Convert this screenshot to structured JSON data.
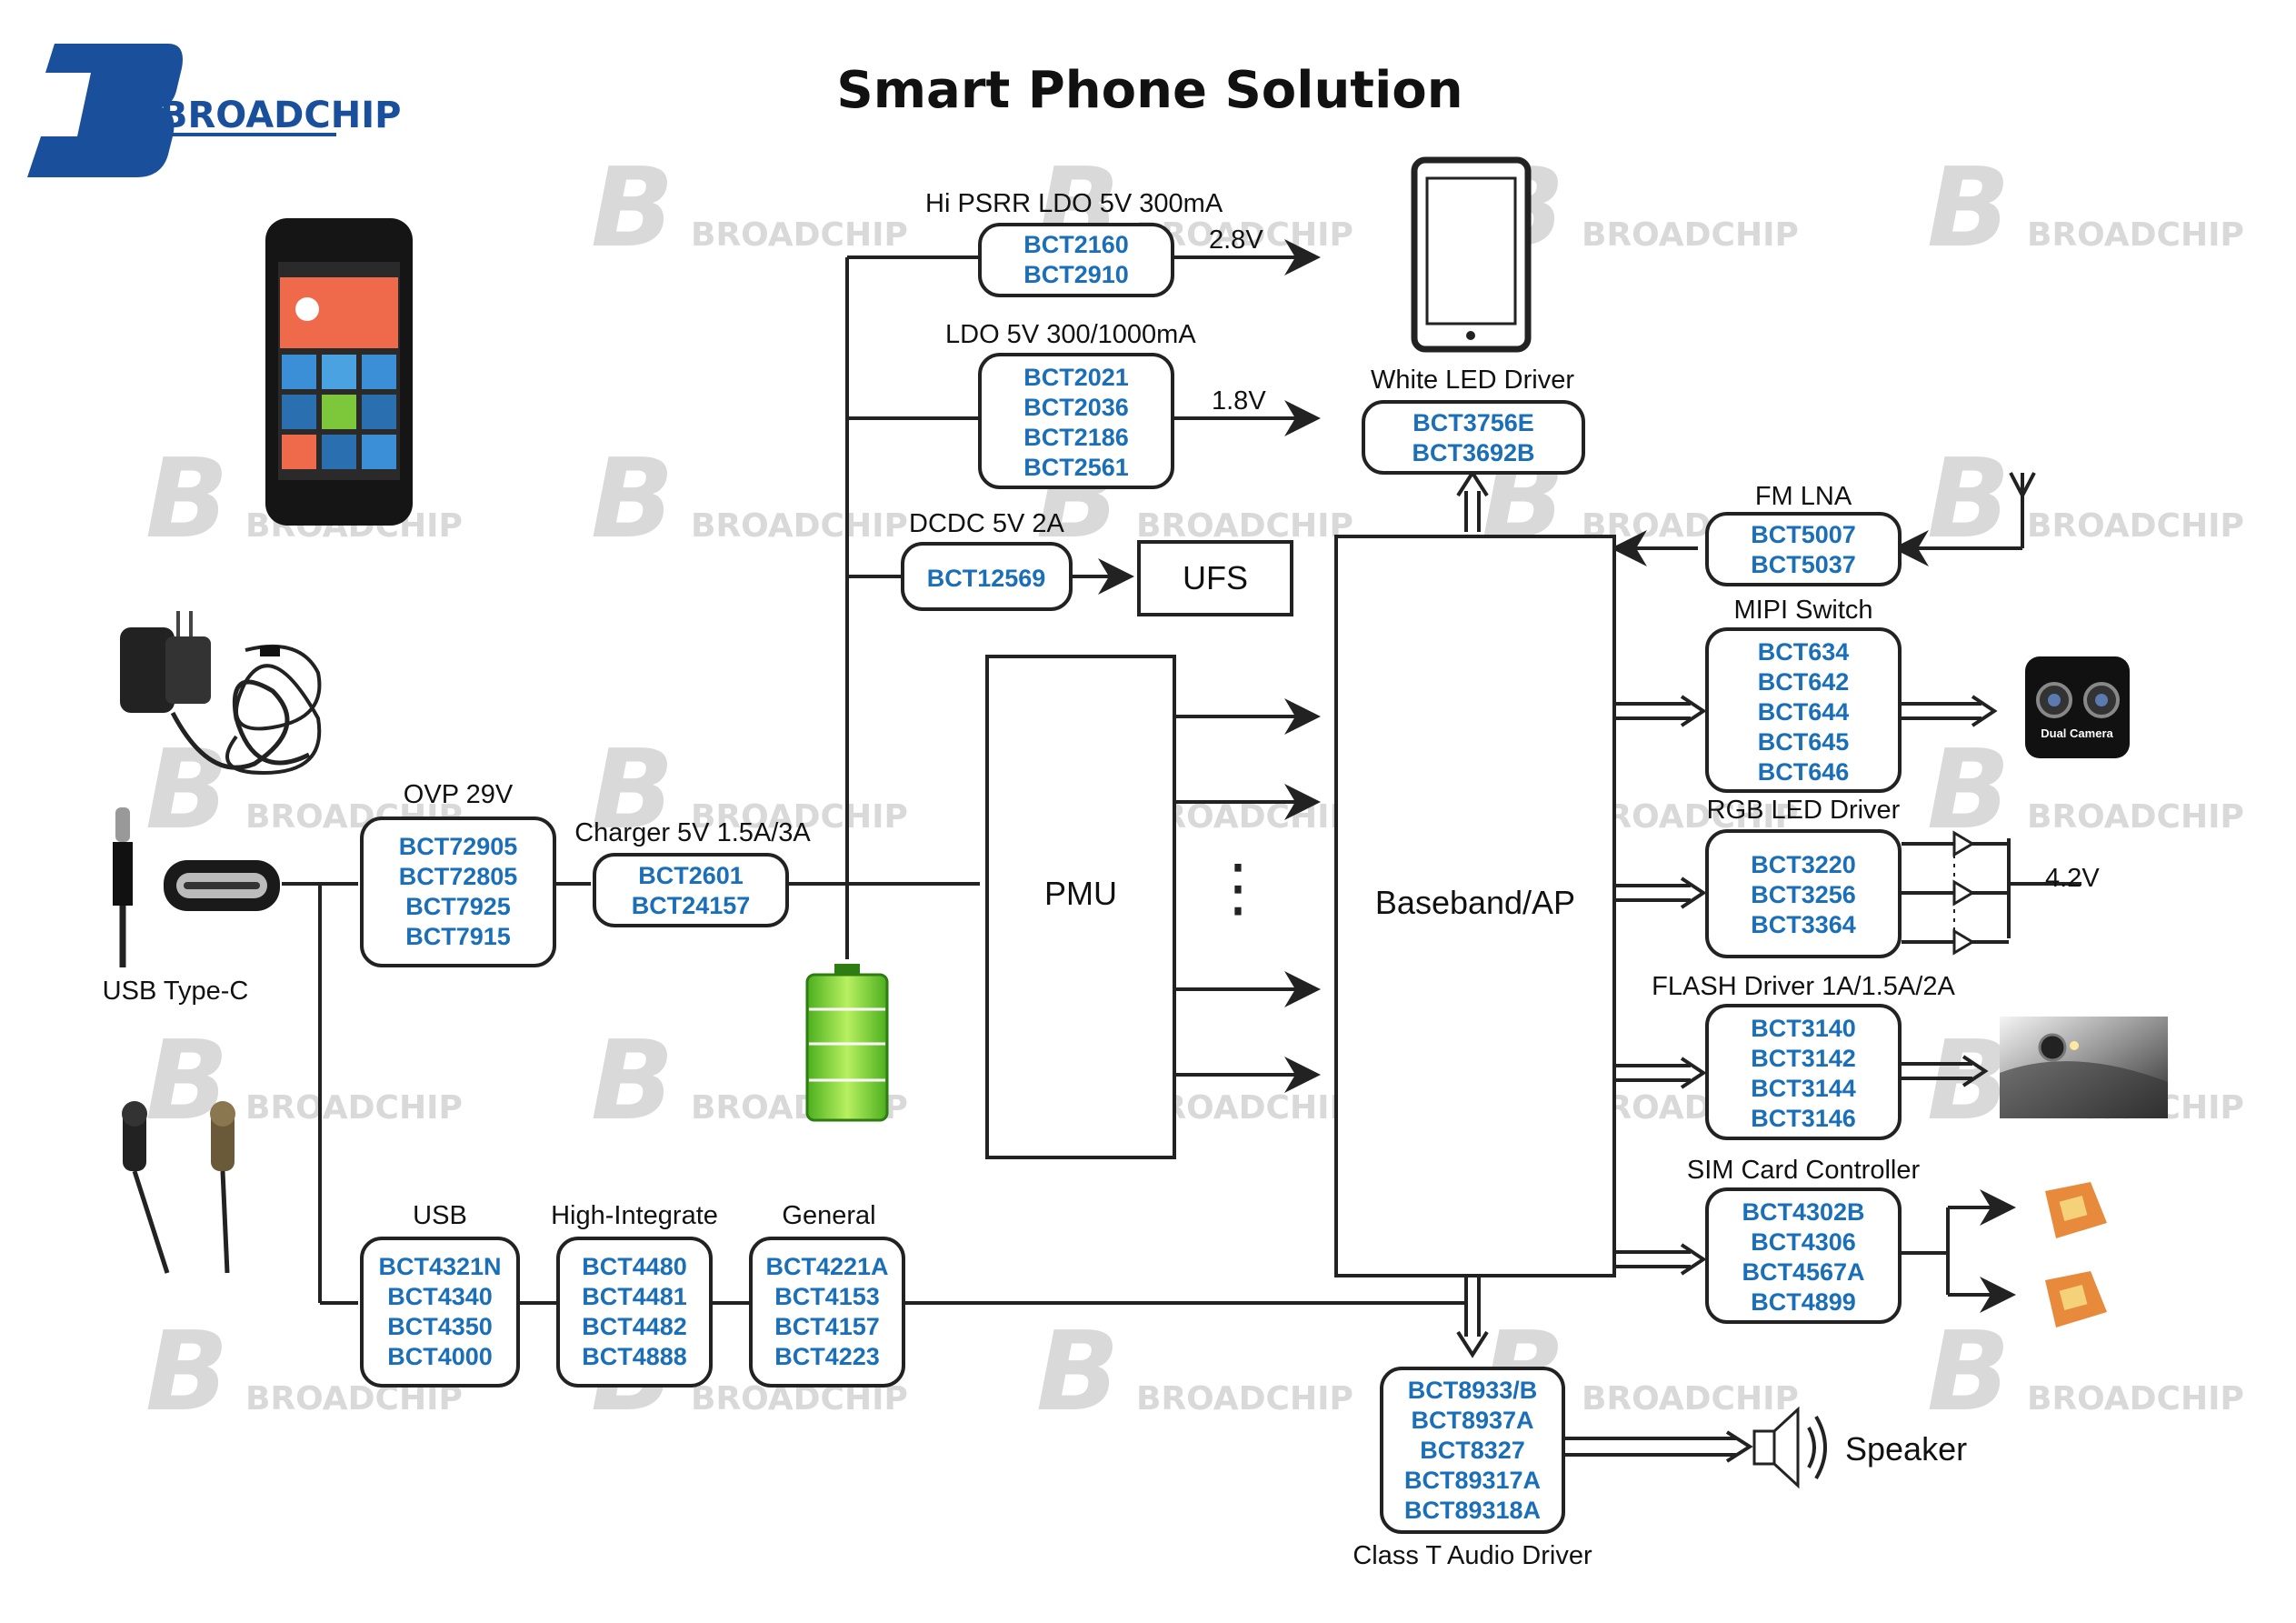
{
  "title": "Smart Phone Solution",
  "logo": {
    "text": "BROADCHIP",
    "color": "#1a4f9c"
  },
  "colors": {
    "part_number": "#1a6fb8",
    "line": "#222222",
    "watermark": "#d9d9d9"
  },
  "watermark_text": "BROADCHIP",
  "blocks": {
    "hipsrr": {
      "label": "Hi PSRR LDO 5V 300mA",
      "parts": [
        "BCT2160",
        "BCT2910"
      ],
      "output": "2.8V"
    },
    "ldo": {
      "label": "LDO 5V 300/1000mA",
      "parts": [
        "BCT2021",
        "BCT2036",
        "BCT2186",
        "BCT2561"
      ],
      "output": "1.8V"
    },
    "dcdc": {
      "label": "DCDC 5V 2A",
      "parts": [
        "BCT12569"
      ]
    },
    "ufs": {
      "label": "UFS"
    },
    "white_led": {
      "label": "White LED Driver",
      "parts": [
        "BCT3756E",
        "BCT3692B"
      ]
    },
    "ovp": {
      "label": "OVP 29V",
      "parts": [
        "BCT72905",
        "BCT72805",
        "BCT7925",
        "BCT7915"
      ]
    },
    "charger": {
      "label": "Charger 5V 1.5A/3A",
      "parts": [
        "BCT2601",
        "BCT24157"
      ]
    },
    "pmu": {
      "label": "PMU",
      "dots": "⋮"
    },
    "baseband": {
      "label": "Baseband/AP"
    },
    "fm_lna": {
      "label": "FM LNA",
      "parts": [
        "BCT5007",
        "BCT5037"
      ]
    },
    "mipi": {
      "label": "MIPI Switch",
      "parts": [
        "BCT634",
        "BCT642",
        "BCT644",
        "BCT645",
        "BCT646"
      ]
    },
    "rgb": {
      "label": "RGB LED Driver",
      "parts": [
        "BCT3220",
        "BCT3256",
        "BCT3364"
      ],
      "supply": "4.2V"
    },
    "flash": {
      "label": "FLASH Driver 1A/1.5A/2A",
      "parts": [
        "BCT3140",
        "BCT3142",
        "BCT3144",
        "BCT3146"
      ]
    },
    "sim": {
      "label": "SIM Card Controller",
      "parts": [
        "BCT4302B",
        "BCT4306",
        "BCT4567A",
        "BCT4899"
      ]
    },
    "usb": {
      "label": "USB",
      "parts": [
        "BCT4321N",
        "BCT4340",
        "BCT4350",
        "BCT4000"
      ]
    },
    "high_int": {
      "label": "High-Integrate",
      "parts": [
        "BCT4480",
        "BCT4481",
        "BCT4482",
        "BCT4888"
      ]
    },
    "general": {
      "label": "General",
      "parts": [
        "BCT4221A",
        "BCT4153",
        "BCT4157",
        "BCT4223"
      ]
    },
    "audio": {
      "label": "Class T Audio Driver",
      "parts": [
        "BCT8933/B",
        "BCT8937A",
        "BCT8327",
        "BCT89317A",
        "BCT89318A"
      ]
    }
  },
  "usb_type_c": {
    "label": "USB Type-C"
  },
  "dual_camera": {
    "label": "Dual Camera"
  },
  "speaker": {
    "label": "Speaker"
  },
  "icons": [
    "smartphone-icon",
    "tablet-icon",
    "charger-icon",
    "usb-cable-icon",
    "usb-c-port-icon",
    "earphones-icon",
    "battery-icon",
    "antenna-icon",
    "dual-camera-icon",
    "flash-phone-icon",
    "sim-card-icon",
    "speaker-icon",
    "led-diode-icon"
  ]
}
